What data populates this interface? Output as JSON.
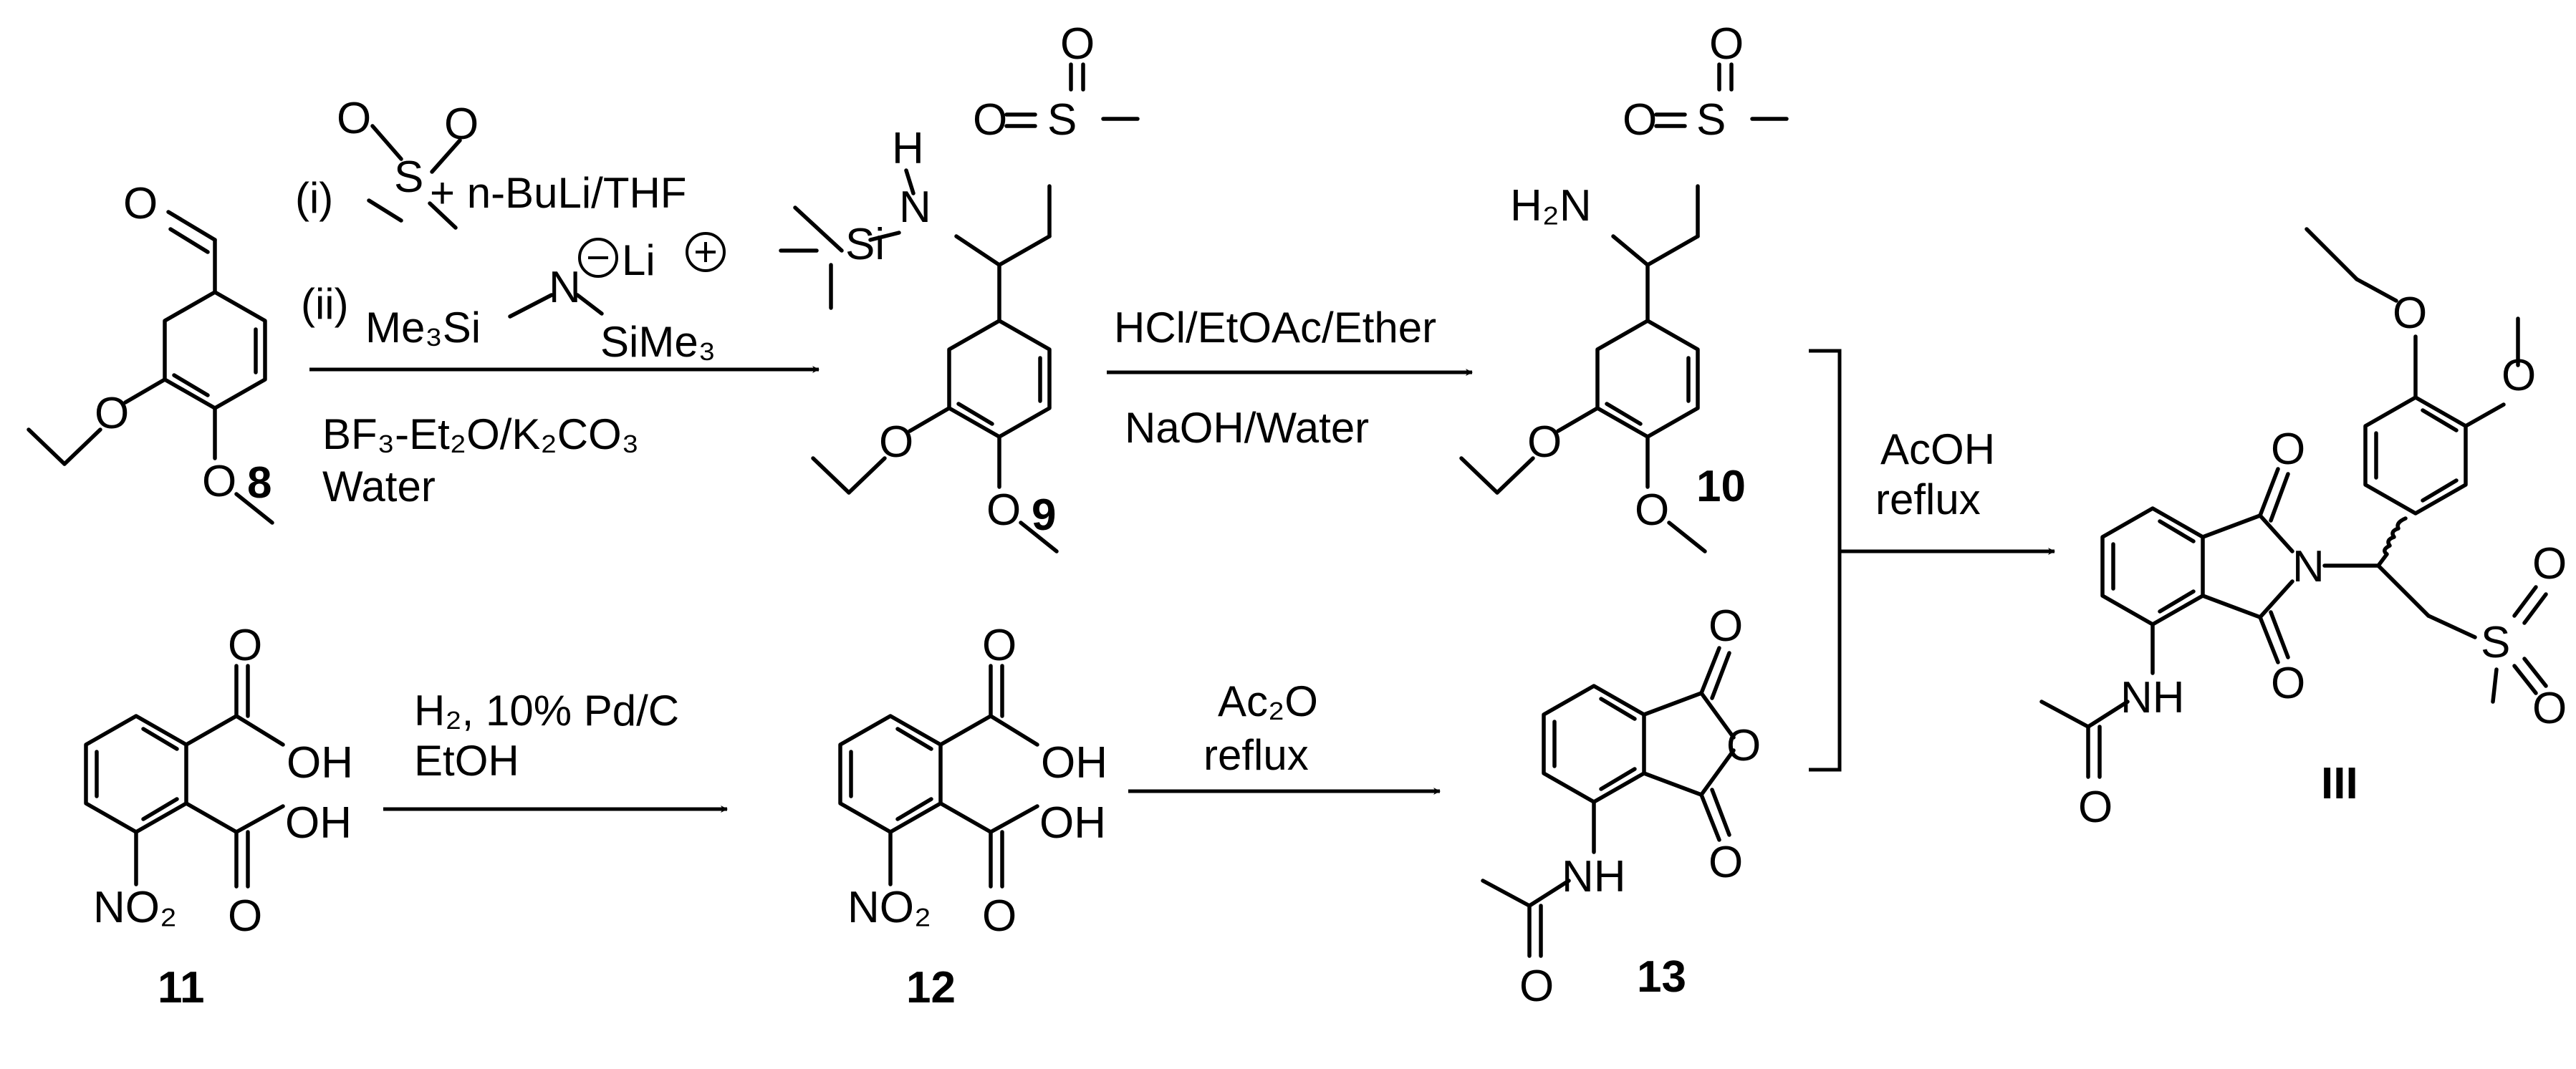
{
  "compounds": {
    "c8": {
      "label": "8",
      "o_ald": "O",
      "o_eth": "O",
      "o_meo": "O"
    },
    "c9": {
      "label": "9",
      "nh": "H",
      "n": "N",
      "si": "Si",
      "o_s1": "O",
      "s": "S",
      "o_s2": "O",
      "o_eth": "O",
      "o_meo": "O"
    },
    "c10": {
      "label": "10",
      "nh2": "H₂N",
      "o_s1": "O",
      "s": "S",
      "o_s2": "O",
      "o_eth": "O",
      "o_meo": "O"
    },
    "c11": {
      "label": "11",
      "oh1": "OH",
      "oh2": "OH",
      "o1": "O",
      "o2": "O",
      "no2": "NO₂"
    },
    "c12": {
      "label": "12",
      "oh1": "OH",
      "oh2": "OH",
      "o1": "O",
      "o2": "O",
      "no2": "NO₂"
    },
    "c13": {
      "label": "13",
      "o1": "O",
      "o_ring": "O",
      "o2": "O",
      "nh": "NH",
      "o_ac": "O"
    },
    "cIII": {
      "label": "III",
      "n": "N",
      "o1": "O",
      "o2": "O",
      "nh": "NH",
      "o_ac": "O",
      "o_eth": "O",
      "o_meo": "O",
      "s": "S",
      "o_s1": "O",
      "o_s2": "O"
    }
  },
  "reagents": {
    "step1_i": "(i)",
    "step1_dmso_s": "S",
    "step1_dmso_o1": "O",
    "step1_dmso_o2": "O",
    "step1_plus": "+ n-BuLi/THF",
    "step1_ii": "(ii)",
    "step1_lihmds_left": "Me₃Si",
    "step1_lihmds_n": "N",
    "step1_lihmds_right": "SiMe₃",
    "step1_lihmds_minus": "−",
    "step1_lihmds_li": "Li",
    "step1_lihmds_plus": "+",
    "step1_bf3": "BF₃-Et₂O/K₂CO₃",
    "step1_water": "Water",
    "step2_top": "HCl/EtOAc/Ether",
    "step2_bottom": "NaOH/Water",
    "step3_top": "H₂, 10% Pd/C",
    "step3_bottom": "EtOH",
    "step4_top": "Ac₂O",
    "step4_bottom": "reflux",
    "step5_top": "AcOH",
    "step5_bottom": "reflux"
  }
}
